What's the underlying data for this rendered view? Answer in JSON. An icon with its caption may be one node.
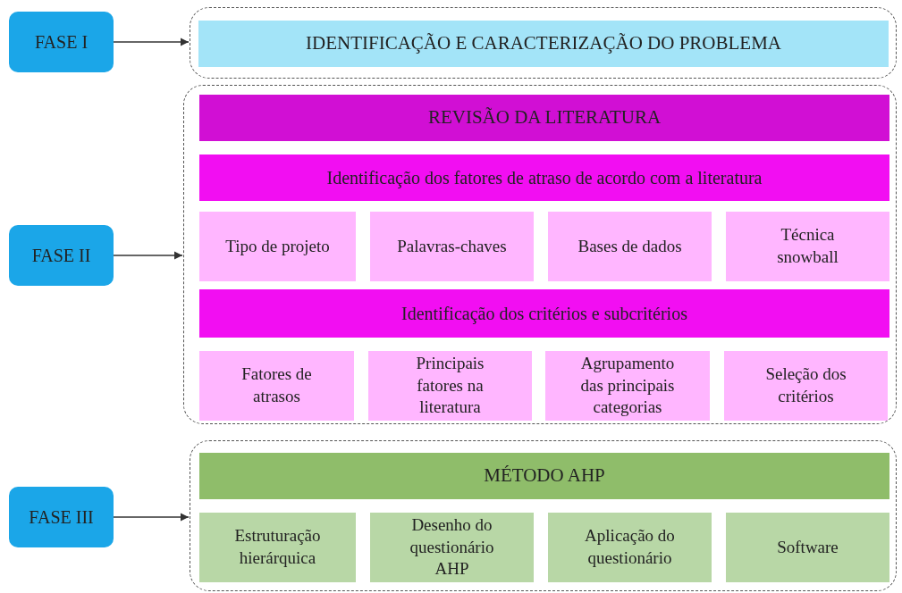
{
  "diagram": {
    "nodes": [
      {
        "text": [
          "FASE I"
        ]
      },
      {
        "text": [],
        "shape": "box"
      },
      {
        "text": [
          "IDENTIFICAÇÃO E CARACTERIZAÇÃO DO PROBLEMA"
        ],
        "in": 1
      },
      {
        "text": [
          "FASE II"
        ]
      },
      {
        "text": [],
        "shape": "box"
      },
      {
        "text": [
          "REVISÃO DA LITERATURA"
        ],
        "in": 4
      },
      {
        "text": [
          "Identificação dos fatores de atraso de acordo com a literatura"
        ],
        "in": 4
      },
      {
        "text": [
          "Tipo de projeto"
        ],
        "in": 4
      },
      {
        "text": [
          "Palavras-chaves"
        ],
        "in": 4
      },
      {
        "text": [
          "Bases de dados"
        ],
        "in": 4
      },
      {
        "text": [
          "Técnica snowball"
        ],
        "in": 4
      },
      {
        "text": [
          "Identificação dos critérios e subcritérios"
        ],
        "in": 4
      },
      {
        "text": [
          "Fatores de atrasos"
        ],
        "in": 4
      },
      {
        "text": [
          "Principais fatores na literatura"
        ],
        "in": 4
      },
      {
        "text": [
          "Agrupamento das principais categorias"
        ],
        "in": 4
      },
      {
        "text": [
          "Seleção dos critérios"
        ],
        "in": 4
      },
      {
        "text": [
          "FASE III"
        ]
      },
      {
        "text": [],
        "shape": "box"
      },
      {
        "text": [
          "MÉTODO AHP"
        ],
        "in": 17
      },
      {
        "text": [
          "Estruturação hierárquica"
        ],
        "in": 17
      },
      {
        "text": [
          "Desenho do questionário AHP"
        ],
        "in": 17
      },
      {
        "text": [
          "Aplicação do questionário"
        ],
        "in": 17
      },
      {
        "text": [
          "Software"
        ],
        "in": 17
      }
    ],
    "edges": [
      {
        "from": 0,
        "to": 1,
        "arrow": "to"
      },
      {
        "from": 3,
        "to": 4,
        "arrow": "to"
      },
      {
        "from": 16,
        "to": 17,
        "arrow": "to"
      }
    ]
  }
}
